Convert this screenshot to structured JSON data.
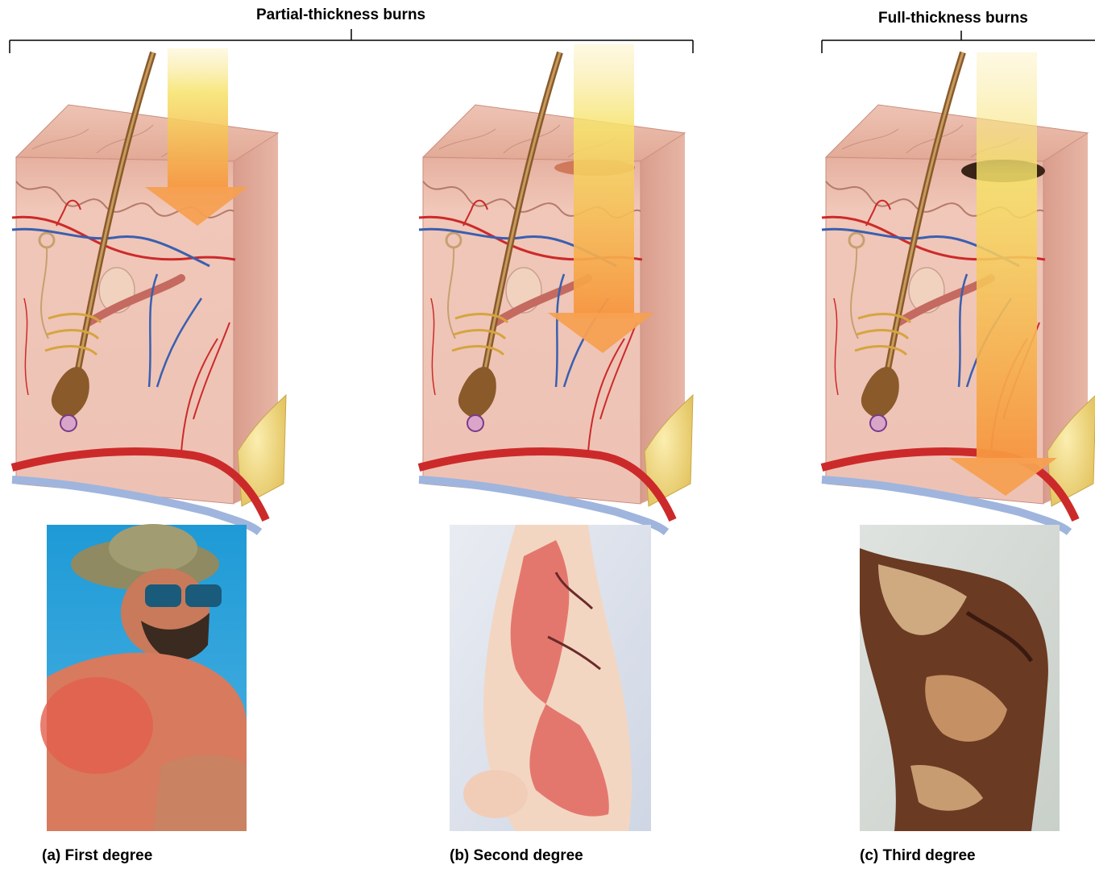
{
  "groups": {
    "partial": "Partial-thickness burns",
    "full": "Full-thickness burns"
  },
  "panels": [
    {
      "caption": "(a) First degree"
    },
    {
      "caption": "(b) Second degree"
    },
    {
      "caption": "(c) Third degree"
    }
  ],
  "colors": {
    "skin_top": "#e8b9a8",
    "skin_side": "#e6aea0",
    "fat": "#f0d67a",
    "artery": "#cc2a2a",
    "vein": "#3a5fb0",
    "beam_top": "#f7e86a",
    "beam_bottom": "#f59a4a",
    "hair": "#8a5a2a"
  }
}
